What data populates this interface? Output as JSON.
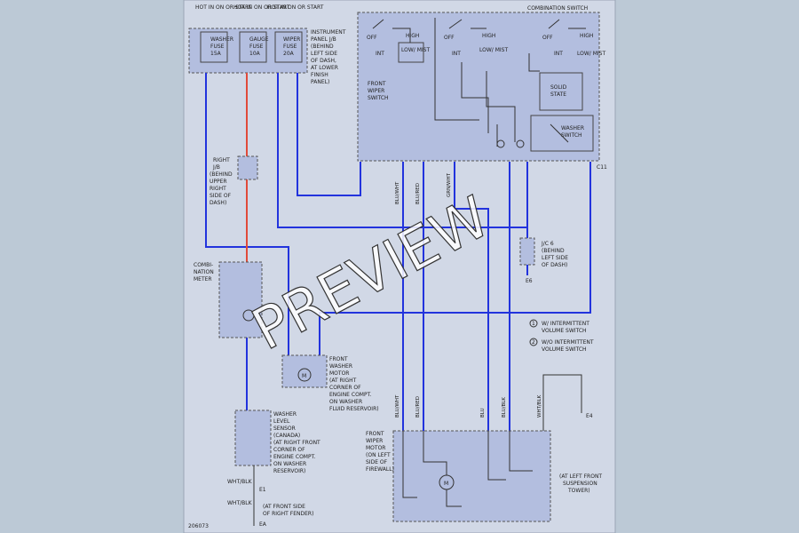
{
  "fuses": {
    "hot1": "HOT IN ON OR START",
    "hot2": "HOT IN ON OR START",
    "hot3": "HOT IN ON OR START",
    "f1": [
      "WASHER",
      "FUSE",
      "15A"
    ],
    "f2": [
      "GAUGE",
      "FUSE",
      "10A"
    ],
    "f3": [
      "WIPER",
      "FUSE",
      "20A"
    ],
    "jb": [
      "INSTRUMENT",
      "PANEL J/B",
      "(BEHIND",
      "LEFT SIDE",
      "OF DASH,",
      "AT LOWER",
      "FINISH",
      "PANEL)"
    ]
  },
  "combo": {
    "title": "COMBINATION SWITCH",
    "off": "OFF",
    "high": "HIGH",
    "int": "INT",
    "lowmist": "LOW/ MIST",
    "front_wiper": [
      "FRONT",
      "WIPER",
      "SWITCH"
    ],
    "solid_state": [
      "SOLID",
      "STATE"
    ],
    "washer_switch": [
      "WASHER",
      "SWITCH"
    ],
    "connector": "C11"
  },
  "right_jb": [
    "RIGHT",
    "J/B",
    "(BEHIND",
    "UPPER",
    "RIGHT",
    "SIDE OF",
    "DASH)"
  ],
  "jc": [
    "J/C 6",
    "(BEHIND",
    "LEFT SIDE",
    "OF DASH)"
  ],
  "meter": [
    "COMBI-",
    "NATION",
    "METER"
  ],
  "washer_motor": [
    "FRONT",
    "WASHER",
    "MOTOR",
    "(AT RIGHT",
    "CORNER OF",
    "ENGINE COMPT.",
    "ON WASHER",
    "FLUID RESERVOIR)"
  ],
  "level_sensor": [
    "WASHER",
    "LEVEL",
    "SENSOR",
    "(CANADA)",
    "(AT RIGHT FRONT",
    "CORNER OF",
    "ENGINE COMPT.",
    "ON WASHER",
    "RESERVOIR)"
  ],
  "wiper_motor": [
    "FRONT",
    "WIPER",
    "MOTOR",
    "(ON LEFT",
    "SIDE OF",
    "FIREWALL)"
  ],
  "notes": {
    "n1": [
      "W/ INTERMITTENT",
      "VOLUME SWITCH"
    ],
    "n2": [
      "W/O INTERMITTENT",
      "VOLUME SWITCH"
    ]
  },
  "grounds": {
    "e1": "E1",
    "e4": "E4",
    "e6": "E6",
    "ea": "EA",
    "whtblk1": "WHT/BLK",
    "whtblk2": "WHT/BLK",
    "ed_label": [
      "(AT LEFT FRONT",
      "SUSPENSION",
      "TOWER)"
    ],
    "ea_label": [
      "(AT FRONT SIDE",
      "OF RIGHT FENDER)"
    ]
  },
  "wire_labels": {
    "blu_wht": "BLU/WHT",
    "blu_red": "BLU/RED",
    "blu_blk": "BLU/BLK",
    "blu": "BLU",
    "blk_yel": "WHT/BLK",
    "grn_wht": "GRN/WHT"
  },
  "fig_id": "206073",
  "watermark": "PREVIEW"
}
